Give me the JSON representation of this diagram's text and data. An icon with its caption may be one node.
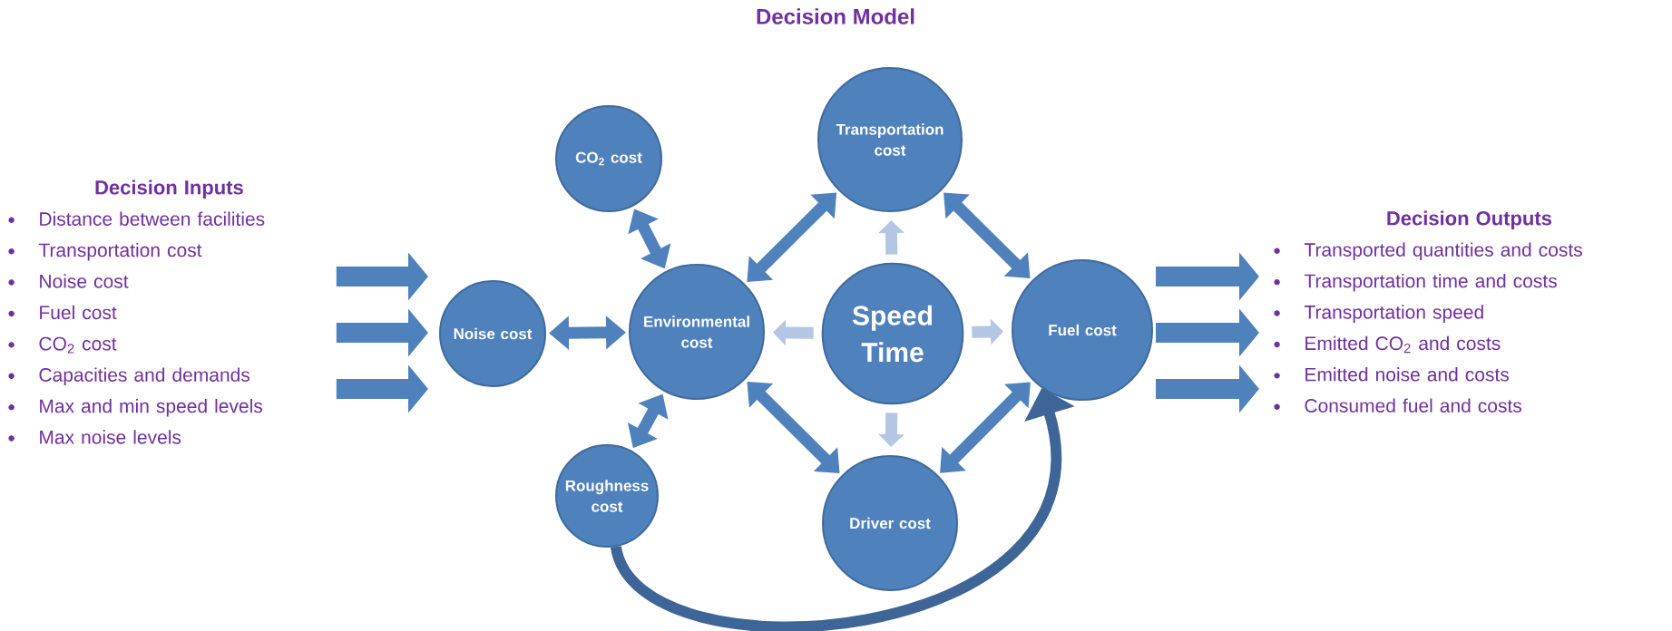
{
  "diagram": {
    "title": "Decision Model",
    "nodes": [
      {
        "text": [
          "Decision Inputs",
          "Distance between facilities",
          "Transportation cost",
          "Noise cost",
          "Fuel cost",
          "CO$_{2}$ cost",
          "Capacities and demands",
          "Max and min speed levels",
          "Max noise levels"
        ]
      },
      {
        "text": [
          "Decision Outputs",
          "Transported quantities and costs",
          "Transportation time and costs",
          "Transportation speed",
          "Emitted CO$_{2}$ and costs",
          "Emitted noise and costs",
          "Consumed fuel and costs"
        ]
      },
      {
        "text": [
          "CO$_{2}$ cost"
        ]
      },
      {
        "text": [
          "Transportation cost"
        ]
      },
      {
        "text": [
          "Noise cost"
        ]
      },
      {
        "text": [
          "Environmental cost"
        ]
      },
      {
        "text": [
          "Speed Time"
        ]
      },
      {
        "text": [
          "Fuel cost"
        ]
      },
      {
        "text": [
          "Roughness cost"
        ]
      },
      {
        "text": [
          "Driver cost"
        ]
      }
    ],
    "edges": [
      {
        "from": 0,
        "to": 4,
        "arrow": "to"
      },
      {
        "from": 0,
        "to": 4,
        "arrow": "to"
      },
      {
        "from": 0,
        "to": 4,
        "arrow": "to"
      },
      {
        "from": 7,
        "to": 1,
        "arrow": "to"
      },
      {
        "from": 7,
        "to": 1,
        "arrow": "to"
      },
      {
        "from": 7,
        "to": 1,
        "arrow": "to"
      },
      {
        "from": 2,
        "to": 5,
        "arrow": "both"
      },
      {
        "from": 4,
        "to": 5,
        "arrow": "both"
      },
      {
        "from": 8,
        "to": 5,
        "arrow": "both"
      },
      {
        "from": 5,
        "to": 3,
        "arrow": "both"
      },
      {
        "from": 3,
        "to": 7,
        "arrow": "both"
      },
      {
        "from": 5,
        "to": 9,
        "arrow": "both"
      },
      {
        "from": 9,
        "to": 7,
        "arrow": "both"
      },
      {
        "from": 6,
        "to": 3,
        "arrow": "to",
        "color": "#b4c6e4"
      },
      {
        "from": 6,
        "to": 5,
        "arrow": "to",
        "color": "#b4c6e4"
      },
      {
        "from": 6,
        "to": 7,
        "arrow": "to",
        "color": "#b4c6e4"
      },
      {
        "from": 6,
        "to": 9,
        "arrow": "to",
        "color": "#b4c6e4"
      },
      {
        "from": 8,
        "to": 7,
        "arrow": "to",
        "color": "#3d6598"
      }
    ]
  }
}
